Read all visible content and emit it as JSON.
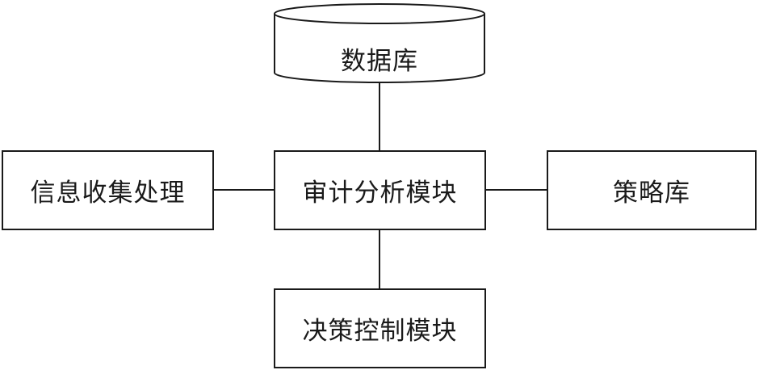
{
  "nodes": {
    "database": "数据库",
    "info_collect": "信息收集处理",
    "audit": "审计分析模块",
    "strategy": "策略库",
    "decision": "决策控制模块"
  },
  "colors": {
    "stroke": "#1a1a1a",
    "fill": "#ffffff"
  }
}
